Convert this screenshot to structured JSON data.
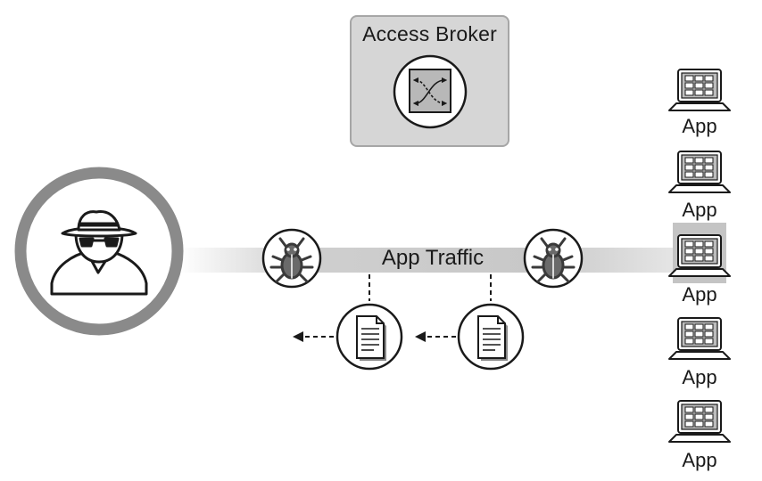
{
  "broker": {
    "title": "Access Broker",
    "icon": "crossover-switch-icon"
  },
  "traffic": {
    "label": "App Traffic"
  },
  "attacker": {
    "icon": "spy-icon"
  },
  "bugs": [
    {
      "icon": "bug-icon"
    },
    {
      "icon": "bug-icon"
    }
  ],
  "documents": [
    {
      "icon": "document-icon"
    },
    {
      "icon": "document-icon"
    }
  ],
  "apps": [
    {
      "label": "App",
      "highlighted": false
    },
    {
      "label": "App",
      "highlighted": false
    },
    {
      "label": "App",
      "highlighted": true
    },
    {
      "label": "App",
      "highlighted": false
    },
    {
      "label": "App",
      "highlighted": false
    }
  ],
  "colors": {
    "band": "#c8c8c8",
    "box_fill": "#d6d6d6",
    "box_border": "#a6a6a6",
    "ring": "#8a8a8a",
    "ink": "#1a1a1a"
  }
}
